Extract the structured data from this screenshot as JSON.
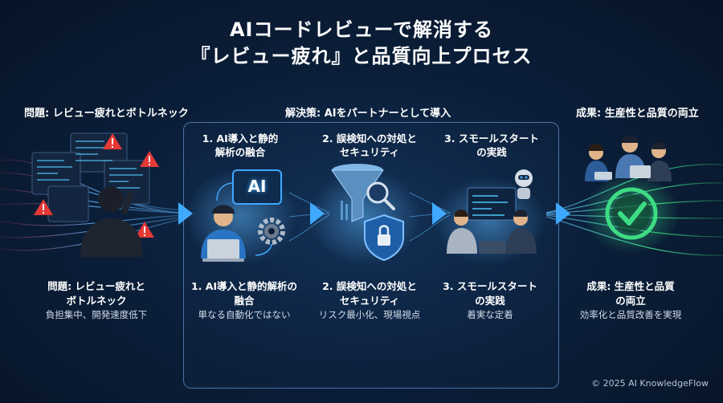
{
  "title": {
    "line1": "AIコードレビューで解消する",
    "line2": "『レビュー疲れ』と品質向上プロセス"
  },
  "sections": {
    "problem": "問題: レビュー疲れとボトルネック",
    "solution": "解決策: AIをパートナーとして導入",
    "result": "成果: 生産性と品質の両立"
  },
  "steps": [
    {
      "head1": "1. AI導入と静的",
      "head2": "解析の融合"
    },
    {
      "head1": "2. 誤検知への対処と",
      "head2": "セキュリティ"
    },
    {
      "head1": "3. スモールスタート",
      "head2": "の実践"
    }
  ],
  "ai_badge": "AI",
  "captions": [
    {
      "line1": "問題: レビュー疲れと",
      "line2": "ボトルネック",
      "sub": "負担集中、開発速度低下"
    },
    {
      "line1": "1. AI導入と静的解析の",
      "line2": "融合",
      "sub": "単なる自動化ではない"
    },
    {
      "line1": "2. 誤検知への対処と",
      "line2": "セキュリティ",
      "sub": "リスク最小化、現場視点"
    },
    {
      "line1": "3. スモールスタート",
      "line2": "の実践",
      "sub": "着実な定着"
    },
    {
      "line1": "成果: 生産性と品質",
      "line2": "の両立",
      "sub": "効率化と品質改善を実現"
    }
  ],
  "copyright": "© 2025 AI KnowledgeFlow",
  "colors": {
    "accent_blue": "#3fa9ff",
    "warning_red": "#e53935",
    "success_green": "#3ddc84",
    "background": "#0b1f3a"
  }
}
